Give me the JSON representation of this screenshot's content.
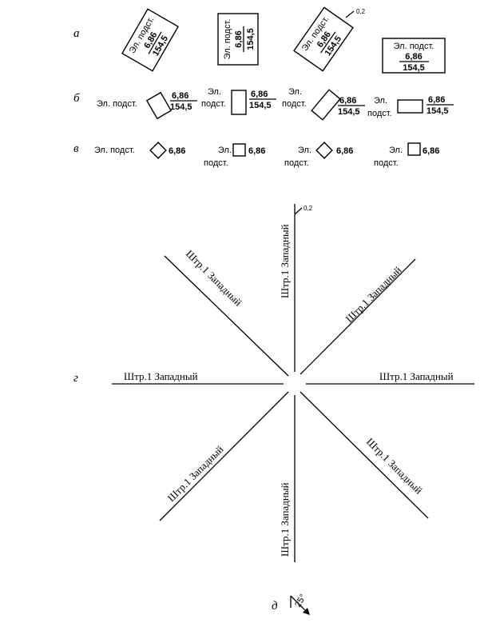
{
  "rows": {
    "a": "а",
    "b": "б",
    "v": "в",
    "g": "г",
    "d": "д"
  },
  "label": {
    "name": "Эл. подст.",
    "name_line1": "Эл.",
    "name_line2": "подст.",
    "elevation": "6,86",
    "number": "154,5",
    "offset": "0,2"
  },
  "street": "Штр.1 Западный",
  "angle": "25°"
}
